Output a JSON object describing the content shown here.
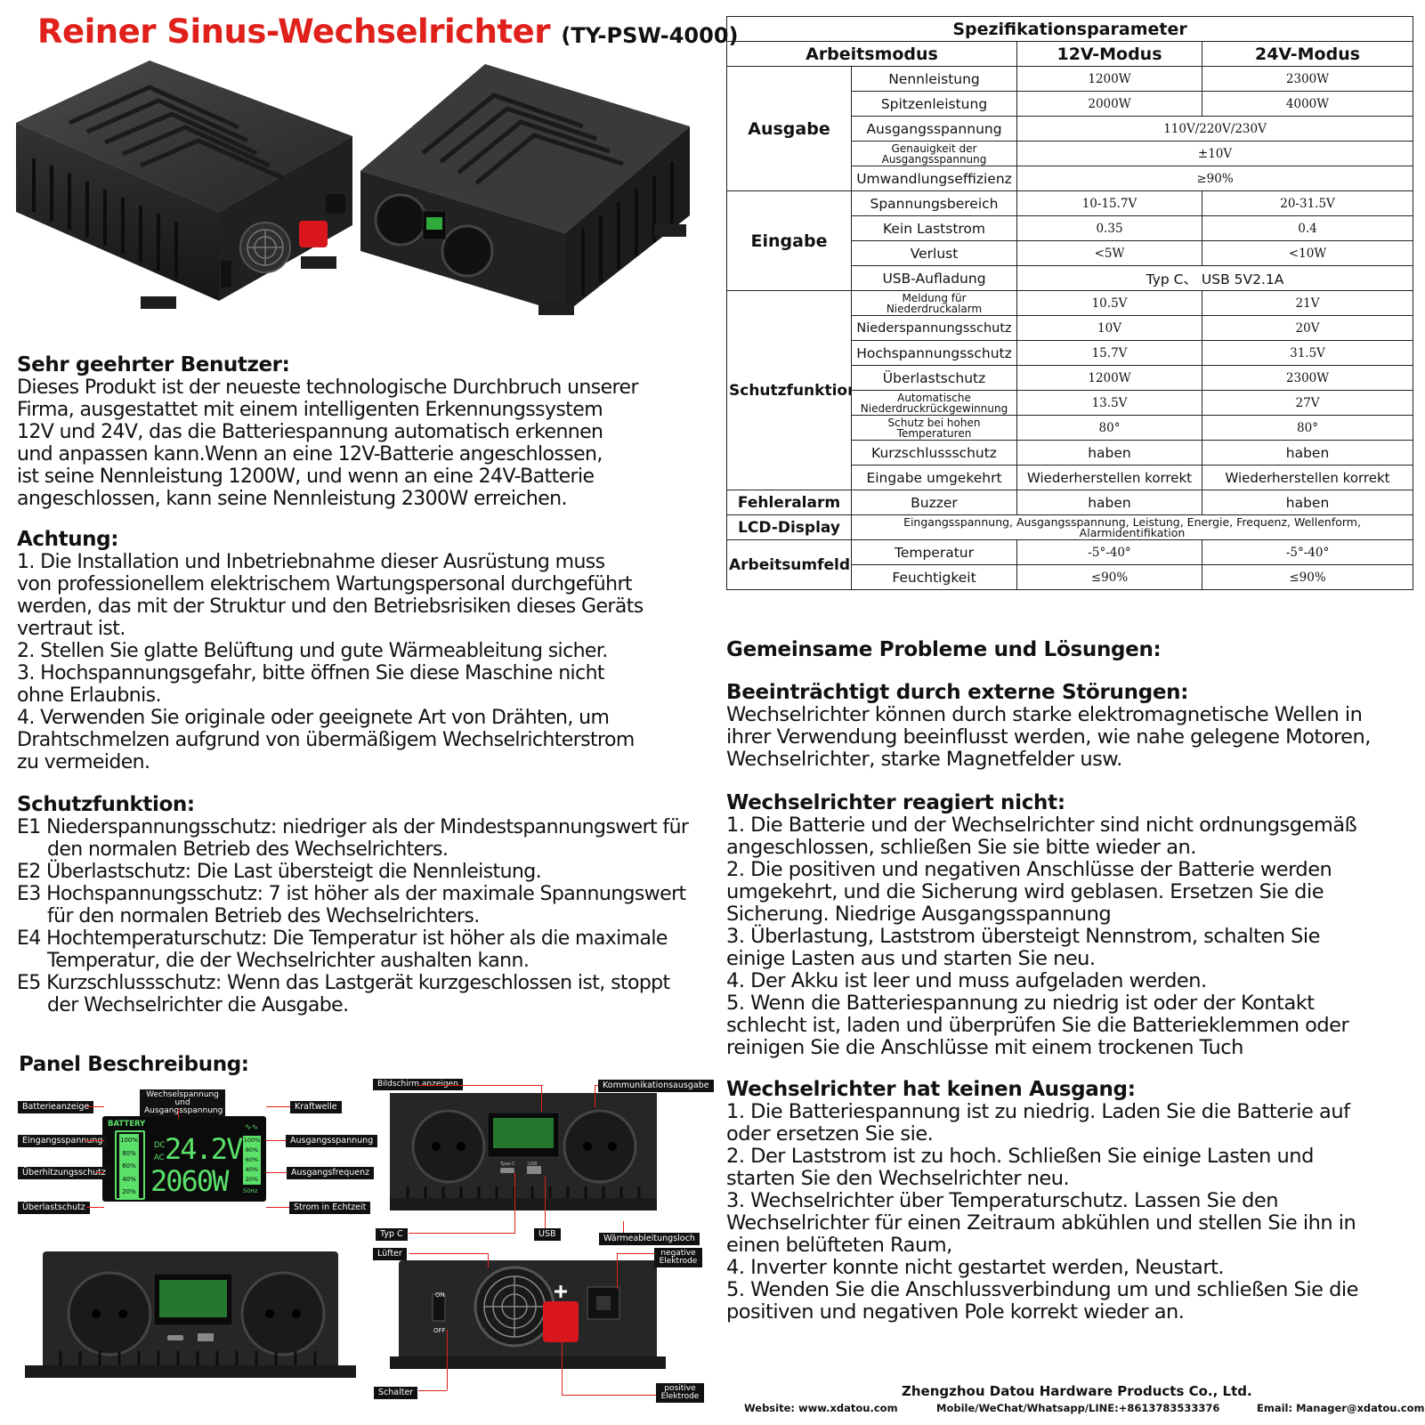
{
  "title": {
    "main": "Reiner Sinus-Wechselrichter",
    "model": "(TY-PSW-4000)"
  },
  "spec": {
    "caption": "Spezifikationsparameter",
    "head": {
      "mode": "Arbeitsmodus",
      "m12": "12V-Modus",
      "m24": "24V-Modus"
    },
    "groups": {
      "ausgabe": "Ausgabe",
      "eingabe": "Eingabe",
      "schutz": "Schutzfunktion",
      "fehler": "Fehleralarm",
      "lcd": "LCD-Display",
      "umfeld": "Arbeitsumfeld"
    },
    "rows": {
      "nenn": {
        "label": "Nennleistung",
        "v12": "1200W",
        "v24": "2300W"
      },
      "spitze": {
        "label": "Spitzenleistung",
        "v12": "2000W",
        "v24": "4000W"
      },
      "ausspg": {
        "label": "Ausgangsspannung",
        "value": "110V/220V/230V"
      },
      "genau": {
        "label": "Genauigkeit der Ausgangsspannung",
        "value": "±10V"
      },
      "effizienz": {
        "label": "Umwandlungseffizienz",
        "value": "≥90%"
      },
      "bereich": {
        "label": "Spannungsbereich",
        "v12": "10-15.7V",
        "v24": "20-31.5V"
      },
      "laststrom": {
        "label": "Kein Laststrom",
        "v12": "0.35",
        "v24": "0.4"
      },
      "verlust": {
        "label": "Verlust",
        "v12": "<5W",
        "v24": "<10W"
      },
      "usb": {
        "label": "USB-Aufladung",
        "value": "Typ C、 USB 5V2.1A"
      },
      "meldung": {
        "label": "Meldung für Niederdruckalarm",
        "v12": "10.5V",
        "v24": "21V"
      },
      "nieder": {
        "label": "Niederspannungsschutz",
        "v12": "10V",
        "v24": "20V"
      },
      "hoch": {
        "label": "Hochspannungsschutz",
        "v12": "15.7V",
        "v24": "31.5V"
      },
      "ueberlast": {
        "label": "Überlastschutz",
        "v12": "1200W",
        "v24": "2300W"
      },
      "auto": {
        "label": "Automatische Niederdruckrückgewinnung",
        "v12": "13.5V",
        "v24": "27V"
      },
      "temp": {
        "label": "Schutz bei hohen Temperaturen",
        "v12": "80°",
        "v24": "80°"
      },
      "kurz": {
        "label": "Kurzschlussschutz",
        "v12": "haben",
        "v24": "haben"
      },
      "umgekehrt": {
        "label": "Eingabe umgekehrt",
        "v12": "Wiederherstellen korrekt",
        "v24": "Wiederherstellen korrekt"
      },
      "buzzer": {
        "label": "Buzzer",
        "v12": "haben",
        "v24": "haben"
      },
      "lcd": {
        "value": "Eingangsspannung, Ausgangsspannung, Leistung, Energie, Frequenz, Wellenform, Alarmidentifikation"
      },
      "temperatur": {
        "label": "Temperatur",
        "v12": "-5°-40°",
        "v24": "-5°-40°"
      },
      "feucht": {
        "label": "Feuchtigkeit",
        "v12": "≤90%",
        "v24": "≤90%"
      }
    }
  },
  "left": {
    "user": {
      "heading": "Sehr geehrter Benutzer:",
      "lines": [
        "Dieses Produkt ist der neueste technologische Durchbruch unserer",
        "Firma,  ausgestattet mit einem intelligenten Erkennungssystem",
        "12V und 24V,  das die Batteriespannung automatisch erkennen",
        "und anpassen  kann.Wenn an eine  12V-Batterie angeschlossen,",
        "ist seine  Nennleistung 1200W,  und wenn an eine 24V-Batterie",
        "angeschlossen, kann seine Nennleistung 2300W erreichen."
      ]
    },
    "caution": {
      "heading": "Achtung:",
      "lines": [
        "1. Die Installation und Inbetriebnahme dieser Ausrüstung muss",
        "von professionellem elektrischem Wartungspersonal durchgeführt",
        "werden, das mit der Struktur und den Betriebsrisiken dieses Geräts",
        "vertraut ist.",
        "2. Stellen Sie glatte Belüftung und gute Wärmeableitung sicher.",
        "3. Hochspannungsgefahr, bitte öffnen Sie diese Maschine nicht",
        "ohne Erlaubnis.",
        "4. Verwenden Sie originale oder geeignete Art von Drähten, um",
        "Drahtschmelzen aufgrund von übermäßigem Wechselrichterstrom",
        "zu vermeiden."
      ]
    },
    "protect": {
      "heading": "Schutzfunktion:",
      "items": [
        "E1 Niederspannungsschutz: niedriger als der Mindestspannungswert für den normalen Betrieb des Wechselrichters.",
        "E2 Überlastschutz: Die Last übersteigt die Nennleistung.",
        "E3 Hochspannungsschutz: 7 ist höher als der maximale Spannungswert für den normalen Betrieb des Wechselrichters.",
        "E4 Hochtemperaturschutz: Die Temperatur ist höher als die maximale Temperatur, die der Wechselrichter aushalten kann.",
        "E5 Kurzschlussschutz: Wenn das Lastgerät kurzgeschlossen ist, stoppt der Wechselrichter die Ausgabe."
      ]
    },
    "panel": {
      "heading": "Panel Beschreibung:"
    }
  },
  "display": {
    "battery_label": "BATTERY",
    "dc": "DC",
    "ac": "AC",
    "voltage": "24.2V",
    "power": "2060W",
    "left_bars": [
      "100%",
      "80%",
      "60%",
      "40%",
      "20%"
    ],
    "right_bars": [
      "100%",
      "80%",
      "60%",
      "40%",
      "20%"
    ],
    "freq": "50Hz"
  },
  "callouts": {
    "batterieanzeige": "Batterieanzeige",
    "wechsel": "Wechselspannung und Ausgangsspannung",
    "kraftwelle": "Kraftwelle",
    "eingang": "Eingangsspannung",
    "ausgang": "Ausgangsspannung",
    "ueberhitzung": "Überhitzungsschutz",
    "frequenz": "Ausgangsfrequenz",
    "ueberlast": "Überlastschutz",
    "strom": "Strom in Echtzeit",
    "bildschirm": "Bildschirm anzeigen",
    "kommunikation": "Kommunikationsausgabe",
    "typc": "Typ C",
    "usb": "USB",
    "waerme": "Wärmeableitungsloch",
    "luefter": "Lüfter",
    "negativ": "negative Elektrode",
    "schalter": "Schalter",
    "positiv": "positive Elektrode",
    "on": "ON",
    "off": "OFF",
    "small_typc": "Type-C",
    "small_usb": "USB"
  },
  "right": {
    "faq_heading": "Gemeinsame Probleme und Lösungen:",
    "s1": {
      "heading": "Beeinträchtigt durch externe Störungen:",
      "lines": [
        "Wechselrichter können durch starke elektromagnetische Wellen in",
        "ihrer Verwendung beeinflusst werden, wie nahe gelegene Motoren,",
        "Wechselrichter, starke Magnetfelder usw."
      ]
    },
    "s2": {
      "heading": "Wechselrichter reagiert nicht:",
      "lines": [
        "1. Die Batterie und der Wechselrichter sind nicht ordnungsgemäß",
        "angeschlossen, schließen Sie sie bitte wieder an.",
        "2. Die positiven und negativen Anschlüsse der Batterie werden",
        "umgekehrt, und die Sicherung wird geblasen. Ersetzen Sie die",
        "Sicherung. Niedrige Ausgangsspannung",
        "3. Überlastung, Laststrom übersteigt Nennstrom, schalten Sie",
        "einige Lasten aus und starten Sie neu.",
        "4. Der Akku ist leer und muss aufgeladen werden.",
        "5. Wenn die Batteriespannung zu niedrig ist oder der Kontakt",
        "schlecht ist, laden und überprüfen Sie die Batterieklemmen oder",
        "reinigen Sie die Anschlüsse mit einem trockenen Tuch"
      ]
    },
    "s3": {
      "heading": "Wechselrichter hat keinen Ausgang:",
      "lines": [
        "1. Die Batteriespannung ist zu niedrig. Laden Sie die Batterie auf",
        "oder ersetzen Sie sie.",
        "2. Der Laststrom ist zu hoch. Schließen Sie einige Lasten und",
        "starten Sie den Wechselrichter neu.",
        "3. Wechselrichter über Temperaturschutz. Lassen Sie den",
        "Wechselrichter für einen Zeitraum abkühlen und stellen Sie ihn in",
        "einen belüfteten Raum,",
        "4. Inverter konnte nicht gestartet werden, Neustart.",
        "5. Wenden Sie die Anschlussverbindung um und schließen Sie die",
        "positiven und negativen Pole korrekt wieder an."
      ]
    }
  },
  "footer": {
    "company": "Zhengzhou Datou Hardware Products Co., Ltd.",
    "website": "Website: www.xdatou.com",
    "mobile": "Mobile/WeChat/Whatsapp/LINE:+8613783533376",
    "email": "Email: Manager@xdatou.com"
  }
}
